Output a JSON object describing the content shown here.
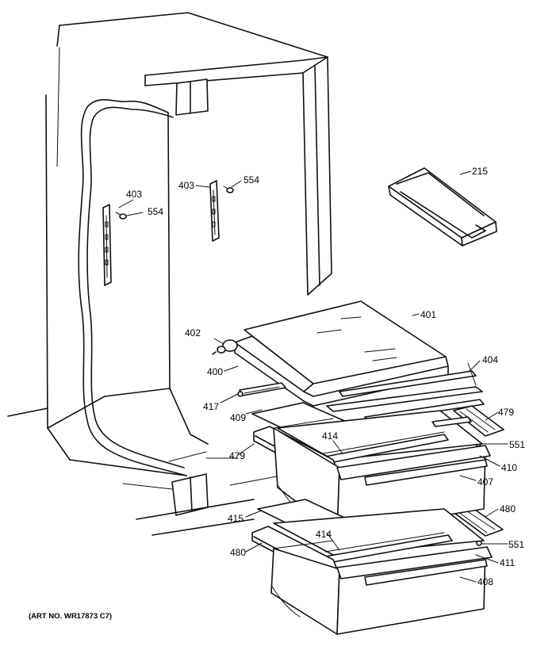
{
  "diagram": {
    "callouts": [
      "215",
      "401",
      "402",
      "400",
      "403",
      "554",
      "403",
      "554",
      "404",
      "417",
      "409",
      "479",
      "414",
      "551",
      "410",
      "479",
      "407",
      "480",
      "415",
      "414",
      "551",
      "480",
      "411",
      "408"
    ],
    "art_number": "(ART NO. WR17873 C7)"
  }
}
